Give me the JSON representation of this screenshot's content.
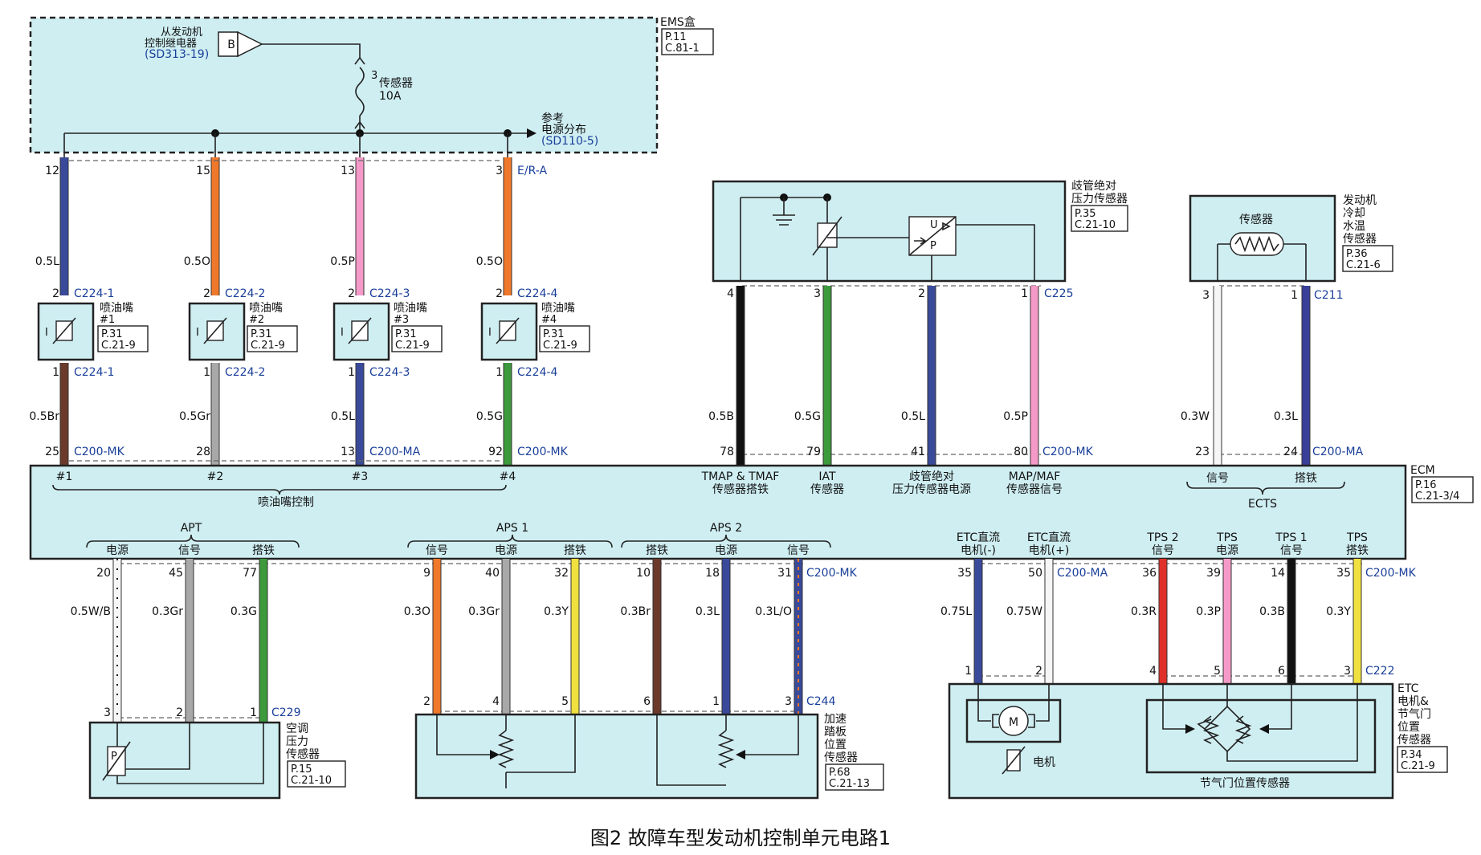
{
  "caption": "图2 故障车型发动机控制单元电路1",
  "ems": {
    "label": "EMS盒",
    "ref": [
      "P.11",
      "C.81-1"
    ],
    "relay": [
      "从发动机",
      "控制继电器"
    ],
    "relay_ref": "(SD313-19)",
    "relay_pin": "B",
    "fuse_num": "3",
    "fuse_name": "传感器",
    "fuse_amp": "10A",
    "power_ref": [
      "参考",
      "电源分布"
    ],
    "power_ref_code": "(SD110-5)"
  },
  "injectors": [
    {
      "top_pin": "12",
      "wire": "0.5L",
      "conn_top": "C224-1",
      "name": "喷油嘴",
      "num": "#1",
      "ref": [
        "P.31",
        "C.21-9"
      ],
      "conn_bot": "C224-1",
      "bot_wire": "0.5Br",
      "ecm_pin": "25",
      "ecm_conn": "C200-MK",
      "ecm_label": "#1"
    },
    {
      "top_pin": "15",
      "wire": "0.5O",
      "conn_top": "C224-2",
      "name": "喷油嘴",
      "num": "#2",
      "ref": [
        "P.31",
        "C.21-9"
      ],
      "conn_bot": "C224-2",
      "bot_wire": "0.5Gr",
      "ecm_pin": "28",
      "ecm_conn": "",
      "ecm_label": "#2"
    },
    {
      "top_pin": "13",
      "wire": "0.5P",
      "conn_top": "C224-3",
      "name": "喷油嘴",
      "num": "#3",
      "ref": [
        "P.31",
        "C.21-9"
      ],
      "conn_bot": "C224-3",
      "bot_wire": "0.5L",
      "ecm_pin": "13",
      "ecm_conn": "C200-MA",
      "ecm_label": "#3"
    },
    {
      "top_pin": "3",
      "wire": "0.5O",
      "conn_top": "C224-4",
      "name": "喷油嘴",
      "num": "#4",
      "ref": [
        "P.31",
        "C.21-9"
      ],
      "conn_bot": "C224-4",
      "bot_wire": "0.5G",
      "ecm_pin": "92",
      "ecm_conn": "C200-MK",
      "ecm_label": "#4"
    }
  ],
  "er_a": "E/R-A",
  "map_sensor": {
    "title": [
      "歧管绝对",
      "压力传感器"
    ],
    "ref": [
      "P.35",
      "C.21-10"
    ],
    "conn": "C225",
    "sym_u": "U",
    "sym_p": "P",
    "pins": [
      "4",
      "3",
      "2",
      "1"
    ],
    "wires": [
      "0.5B",
      "0.5G",
      "0.5L",
      "0.5P"
    ],
    "ecm_pins": [
      "78",
      "79",
      "41",
      "80"
    ],
    "ecm_conn": "C200-MK"
  },
  "ects_sensor": {
    "title": [
      "发动机",
      "冷却",
      "水温",
      "传感器"
    ],
    "ref": [
      "P.36",
      "C.21-6"
    ],
    "inner": "传感器",
    "conn": "C211",
    "pins": [
      "3",
      "1"
    ],
    "wires": [
      "0.3W",
      "0.3L"
    ],
    "ecm_pins": [
      "23",
      "24"
    ],
    "ecm_conn": "C200-MA"
  },
  "ecm": {
    "label": "ECM",
    "ref": [
      "P.16",
      "C.21-3/4"
    ],
    "injector_group": "喷油嘴控制",
    "tmap_gnd": [
      "TMAP & TMAF",
      "传感器搭铁"
    ],
    "iat": [
      "IAT",
      "传感器"
    ],
    "map_power": [
      "歧管绝对",
      "压力传感器电源"
    ],
    "map_signal": [
      "MAP/MAF",
      "传感器信号"
    ],
    "ects_signal": "信号",
    "ects_ground": "搭铁",
    "ects_group": "ECTS",
    "apt_group": "APT",
    "apt_labels": [
      "电源",
      "信号",
      "搭铁"
    ],
    "aps1_group": "APS 1",
    "aps1_labels": [
      "信号",
      "电源",
      "搭铁"
    ],
    "aps2_group": "APS 2",
    "aps2_labels": [
      "搭铁",
      "电源",
      "信号"
    ],
    "etc_minus": [
      "ETC直流",
      "电机(-)"
    ],
    "etc_plus": [
      "ETC直流",
      "电机(+)"
    ],
    "tps2_signal": [
      "TPS 2",
      "信号"
    ],
    "tps_power": [
      "TPS",
      "电源"
    ],
    "tps1_signal": [
      "TPS 1",
      "信号"
    ],
    "tps_ground": [
      "TPS",
      "搭铁"
    ]
  },
  "apt": {
    "ecm_pins": [
      "20",
      "45",
      "77"
    ],
    "wires": [
      "0.5W/B",
      "0.3Gr",
      "0.3G"
    ],
    "sensor_pins": [
      "3",
      "2",
      "1"
    ],
    "conn": "C229",
    "title": [
      "空调",
      "压力",
      "传感器"
    ],
    "ref": [
      "P.15",
      "C.21-10"
    ],
    "sym": "P"
  },
  "aps": {
    "ecm_pins": [
      "9",
      "40",
      "32",
      "10",
      "18",
      "31"
    ],
    "wires": [
      "0.3O",
      "0.3Gr",
      "0.3Y",
      "0.3Br",
      "0.3L",
      "0.3L/O"
    ],
    "ecm_conn": "C200-MK",
    "sensor_pins": [
      "2",
      "4",
      "5",
      "6",
      "1",
      "3"
    ],
    "conn": "C244",
    "title": [
      "加速",
      "踏板",
      "位置",
      "传感器"
    ],
    "ref": [
      "P.68",
      "C.21-13"
    ]
  },
  "etc": {
    "ecm_pins": [
      "35",
      "50"
    ],
    "wires": [
      "0.75L",
      "0.75W"
    ],
    "ecm_conn": "C200-MA",
    "sensor_pins": [
      "1",
      "2"
    ],
    "motor_sym": "M",
    "motor_label": "电机"
  },
  "tps": {
    "ecm_pins": [
      "36",
      "39",
      "14",
      "35"
    ],
    "wires": [
      "0.3R",
      "0.3P",
      "0.3B",
      "0.3Y"
    ],
    "ecm_conn": "C200-MK",
    "sensor_pins": [
      "4",
      "5",
      "6",
      "3"
    ],
    "conn": "C222",
    "label": "节气门位置传感器",
    "title": [
      "ETC",
      "电机&",
      "节气门",
      "位置",
      "传感器"
    ],
    "ref": [
      "P.34",
      "C.21-9"
    ]
  },
  "colors": {
    "blue": "#3a4a9a",
    "orange": "#f0782a",
    "pink": "#f59ac8",
    "brown": "#6b3a2a",
    "gray": "#a8a8a8",
    "green": "#3c9a3c",
    "black": "#111111",
    "white": "#f6f6f6",
    "red": "#e0302a",
    "yellow": "#f0e040",
    "darkblue": "#3a3f9a"
  }
}
